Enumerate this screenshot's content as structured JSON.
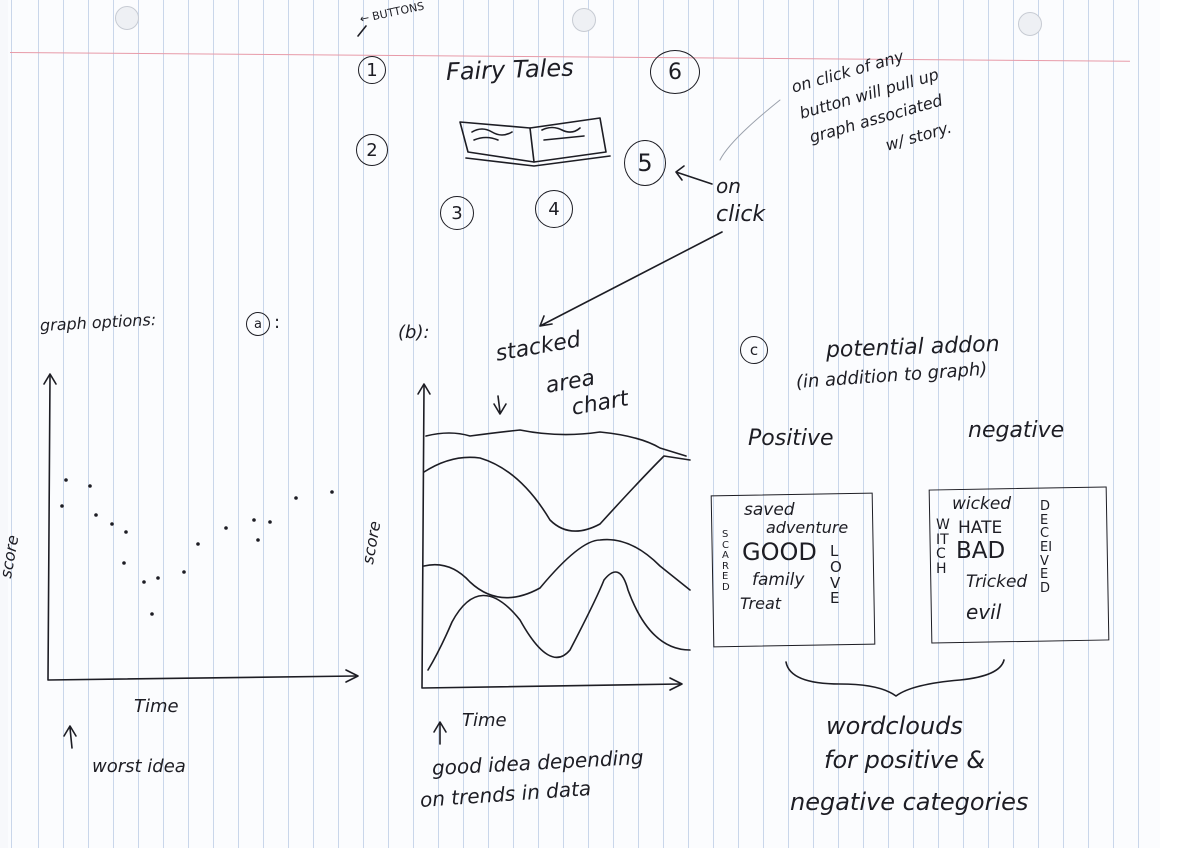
{
  "header": {
    "note_buttons": "← BUTTONS",
    "title": "Fairy Tales"
  },
  "story_buttons": [
    {
      "label": "1"
    },
    {
      "label": "2"
    },
    {
      "label": "3"
    },
    {
      "label": "4"
    },
    {
      "label": "5"
    },
    {
      "label": "6"
    }
  ],
  "annotations": {
    "on_click_any_1": "on click of any",
    "on_click_any_2": "button will pull up",
    "on_click_any_3": "graph associated",
    "on_click_any_4": "w/ story.",
    "on_click_1": "on",
    "on_click_2": "click"
  },
  "graph_options": {
    "heading": "graph options:",
    "option_a_marker": "a",
    "option_b_marker": "(b):",
    "option_c_marker": "c"
  },
  "graph_a": {
    "y_label": "score",
    "x_label": "Time",
    "verdict": "worst idea"
  },
  "graph_b": {
    "caption_1": "stacked",
    "caption_2": "area",
    "caption_3": "chart",
    "y_label": "score",
    "x_label": "Time",
    "verdict_1": "good idea depending",
    "verdict_2": "on trends in data"
  },
  "addon": {
    "title_1": "potential addon",
    "title_2": "(in addition to graph)",
    "positive_label": "Positive",
    "negative_label": "negative",
    "positive_words": [
      "saved",
      "adventure",
      "GOOD",
      "family",
      "Treat"
    ],
    "positive_vertical_1": "SCARED",
    "positive_vertical_2": "LOVE",
    "negative_words": [
      "wicked",
      "HATE",
      "BAD",
      "Tricked",
      "evil"
    ],
    "negative_vertical_1": "WITCH",
    "negative_vertical_2": "DECEIVED",
    "caption_1": "wordclouds",
    "caption_2": "for positive &",
    "caption_3": "negative categories"
  },
  "colors": {
    "ink": "#1d1d24",
    "margin_line": "#e79aa8",
    "rule_lines": "#c9d6ea",
    "paper": "#fbfcfe"
  }
}
